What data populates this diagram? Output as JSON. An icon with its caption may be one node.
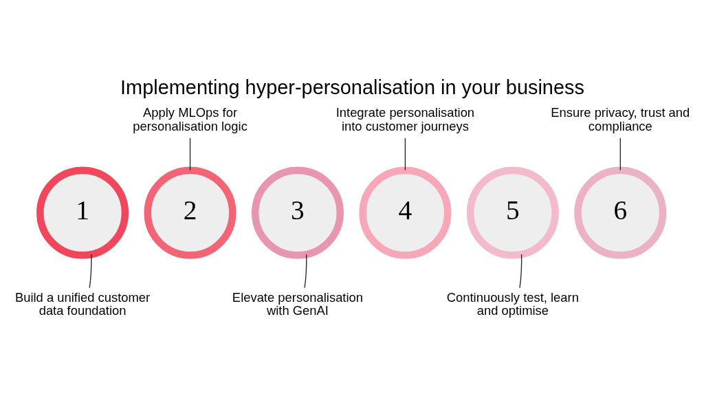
{
  "diagram": {
    "title": "Implementing hyper-personalisation in your business",
    "nodes": [
      {
        "text": [
          "1"
        ]
      },
      {
        "text": [
          "2"
        ]
      },
      {
        "text": [
          "3"
        ]
      },
      {
        "text": [
          "4"
        ]
      },
      {
        "text": [
          "5"
        ]
      },
      {
        "text": [
          "6"
        ]
      },
      {
        "text": [
          "Build a unified customer data foundation"
        ]
      },
      {
        "text": [
          "Apply MLOps for personalisation logic"
        ]
      },
      {
        "text": [
          "Elevate personalisation with GenAI"
        ]
      },
      {
        "text": [
          "Integrate personalisation into customer journeys"
        ]
      },
      {
        "text": [
          "Continuously test, learn and optimise"
        ]
      },
      {
        "text": [
          "Ensure privacy, trust and compliance"
        ]
      }
    ],
    "edges": [
      {
        "from": 6,
        "to": 0,
        "arrow": "none"
      },
      {
        "from": 7,
        "to": 1,
        "arrow": "none"
      },
      {
        "from": 8,
        "to": 2,
        "arrow": "none"
      },
      {
        "from": 9,
        "to": 3,
        "arrow": "none"
      },
      {
        "from": 10,
        "to": 4,
        "arrow": "none"
      },
      {
        "from": 11,
        "to": 5,
        "arrow": "none"
      }
    ]
  }
}
